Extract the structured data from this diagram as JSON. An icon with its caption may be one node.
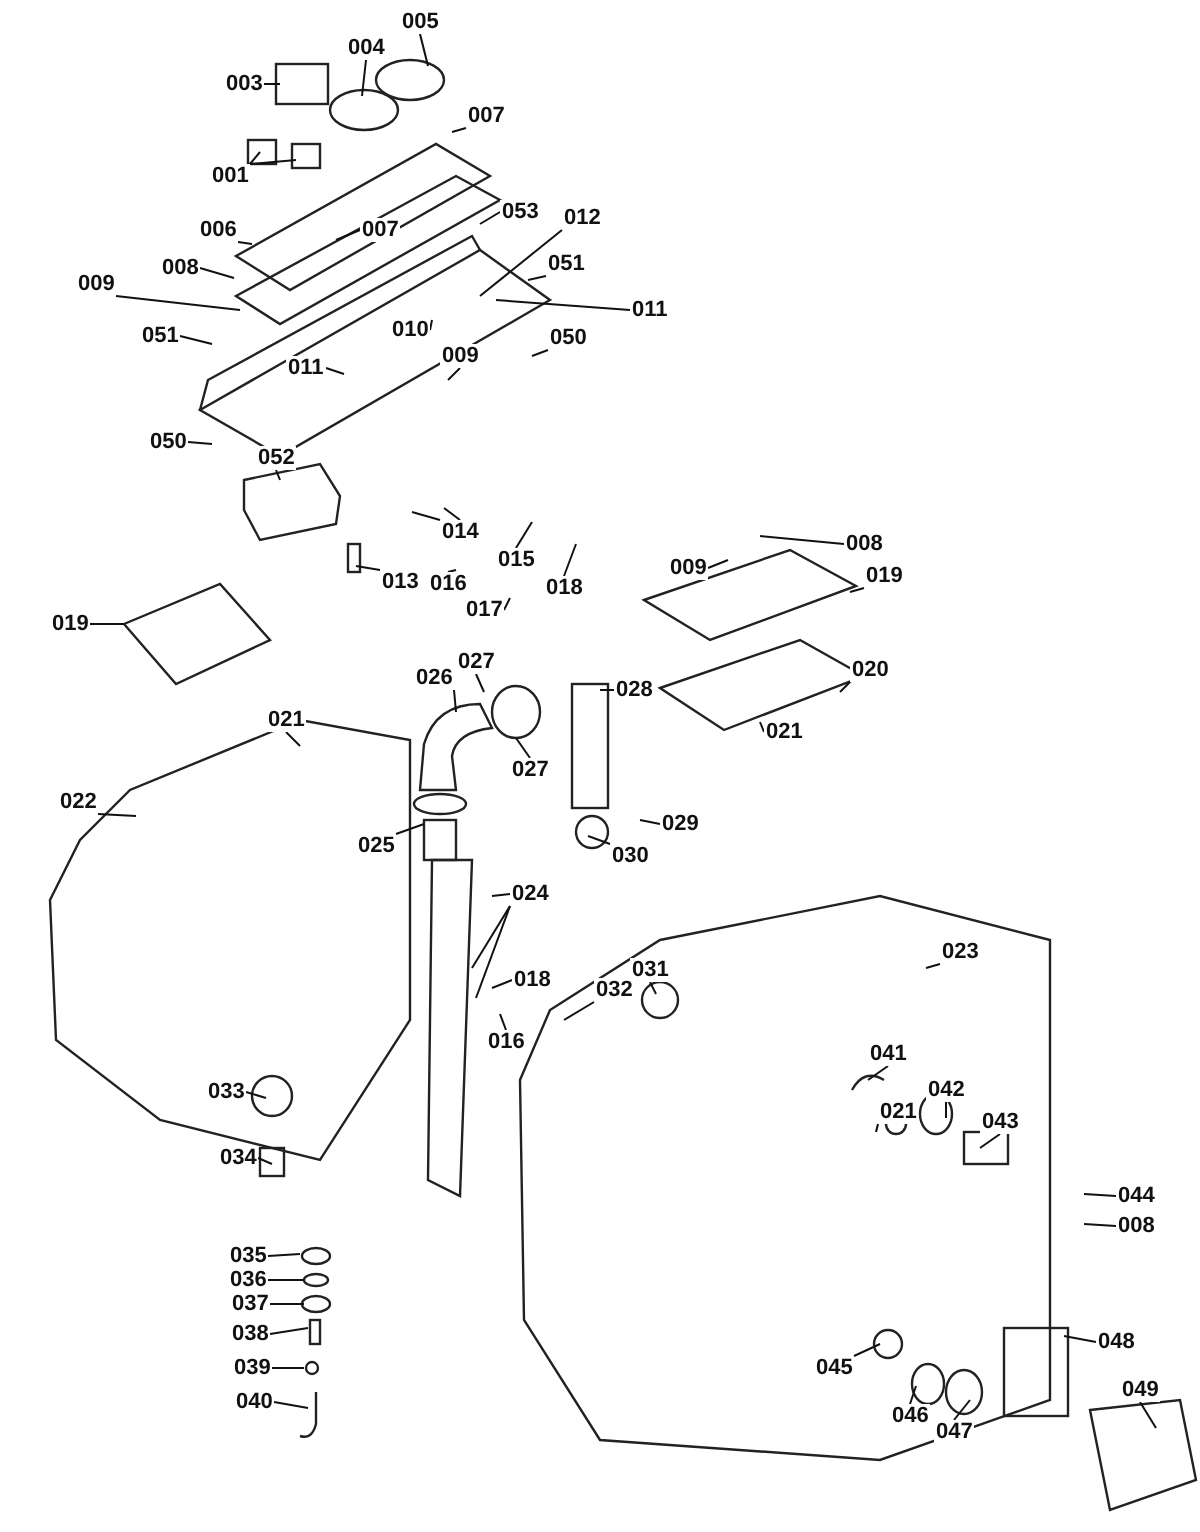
{
  "diagram": {
    "nodes": [
      {
        "text": [
          "005"
        ]
      },
      {
        "text": [
          "004"
        ]
      },
      {
        "text": [
          "003"
        ]
      },
      {
        "text": [
          "007"
        ]
      },
      {
        "text": [
          "001"
        ]
      },
      {
        "text": [
          "053"
        ]
      },
      {
        "text": [
          "012"
        ]
      },
      {
        "text": [
          "006"
        ]
      },
      {
        "text": [
          "007"
        ]
      },
      {
        "text": [
          "008"
        ]
      },
      {
        "text": [
          "051"
        ]
      },
      {
        "text": [
          "009"
        ]
      },
      {
        "text": [
          "011"
        ]
      },
      {
        "text": [
          "010"
        ]
      },
      {
        "text": [
          "050"
        ]
      },
      {
        "text": [
          "051"
        ]
      },
      {
        "text": [
          "009"
        ]
      },
      {
        "text": [
          "011"
        ]
      },
      {
        "text": [
          "050"
        ]
      },
      {
        "text": [
          "052"
        ]
      },
      {
        "text": [
          "014"
        ]
      },
      {
        "text": [
          "008"
        ]
      },
      {
        "text": [
          "015"
        ]
      },
      {
        "text": [
          "009"
        ]
      },
      {
        "text": [
          "013"
        ]
      },
      {
        "text": [
          "019"
        ]
      },
      {
        "text": [
          "016"
        ]
      },
      {
        "text": [
          "018"
        ]
      },
      {
        "text": [
          "017"
        ]
      },
      {
        "text": [
          "019"
        ]
      },
      {
        "text": [
          "027"
        ]
      },
      {
        "text": [
          "020"
        ]
      },
      {
        "text": [
          "026"
        ]
      },
      {
        "text": [
          "028"
        ]
      },
      {
        "text": [
          "021"
        ]
      },
      {
        "text": [
          "021"
        ]
      },
      {
        "text": [
          "027"
        ]
      },
      {
        "text": [
          "022"
        ]
      },
      {
        "text": [
          "029"
        ]
      },
      {
        "text": [
          "025"
        ]
      },
      {
        "text": [
          "030"
        ]
      },
      {
        "text": [
          "024"
        ]
      },
      {
        "text": [
          "023"
        ]
      },
      {
        "text": [
          "031"
        ]
      },
      {
        "text": [
          "032"
        ]
      },
      {
        "text": [
          "018"
        ]
      },
      {
        "text": [
          "016"
        ]
      },
      {
        "text": [
          "041"
        ]
      },
      {
        "text": [
          "042"
        ]
      },
      {
        "text": [
          "033"
        ]
      },
      {
        "text": [
          "021"
        ]
      },
      {
        "text": [
          "043"
        ]
      },
      {
        "text": [
          "034"
        ]
      },
      {
        "text": [
          "044"
        ]
      },
      {
        "text": [
          "008"
        ]
      },
      {
        "text": [
          "035"
        ]
      },
      {
        "text": [
          "036"
        ]
      },
      {
        "text": [
          "037"
        ]
      },
      {
        "text": [
          "038"
        ]
      },
      {
        "text": [
          "048"
        ]
      },
      {
        "text": [
          "045"
        ]
      },
      {
        "text": [
          "039"
        ]
      },
      {
        "text": [
          "049"
        ]
      },
      {
        "text": [
          "040"
        ]
      },
      {
        "text": [
          "046"
        ]
      },
      {
        "text": [
          "047"
        ]
      }
    ],
    "edges": [
      {
        "from": 0,
        "to": null,
        "arrow": "none"
      },
      {
        "from": 1,
        "to": null,
        "arrow": "none"
      },
      {
        "from": 2,
        "to": null,
        "arrow": "none"
      },
      {
        "from": 3,
        "to": null,
        "arrow": "none"
      },
      {
        "from": 4,
        "to": null,
        "arrow": "none"
      },
      {
        "from": 4,
        "to": null,
        "arrow": "none"
      },
      {
        "from": 5,
        "to": null,
        "arrow": "none"
      },
      {
        "from": 6,
        "to": null,
        "arrow": "none"
      },
      {
        "from": 7,
        "to": null,
        "arrow": "none"
      },
      {
        "from": 8,
        "to": null,
        "arrow": "none"
      },
      {
        "from": 9,
        "to": null,
        "arrow": "none"
      },
      {
        "from": 10,
        "to": null,
        "arrow": "none"
      },
      {
        "from": 11,
        "to": null,
        "arrow": "none"
      },
      {
        "from": 12,
        "to": null,
        "arrow": "none"
      },
      {
        "from": 13,
        "to": null,
        "arrow": "none"
      },
      {
        "from": 14,
        "to": null,
        "arrow": "none"
      },
      {
        "from": 15,
        "to": null,
        "arrow": "none"
      },
      {
        "from": 16,
        "to": null,
        "arrow": "none"
      },
      {
        "from": 17,
        "to": null,
        "arrow": "none"
      },
      {
        "from": 18,
        "to": null,
        "arrow": "none"
      },
      {
        "from": 19,
        "to": null,
        "arrow": "none"
      },
      {
        "from": 20,
        "to": null,
        "arrow": "none"
      },
      {
        "from": 20,
        "to": null,
        "arrow": "none"
      },
      {
        "from": 21,
        "to": null,
        "arrow": "none"
      },
      {
        "from": 22,
        "to": null,
        "arrow": "none"
      },
      {
        "from": 23,
        "to": null,
        "arrow": "none"
      },
      {
        "from": 24,
        "to": null,
        "arrow": "none"
      },
      {
        "from": 25,
        "to": null,
        "arrow": "none"
      },
      {
        "from": 26,
        "to": null,
        "arrow": "none"
      },
      {
        "from": 27,
        "to": null,
        "arrow": "none"
      },
      {
        "from": 28,
        "to": null,
        "arrow": "none"
      },
      {
        "from": 29,
        "to": null,
        "arrow": "none"
      },
      {
        "from": 30,
        "to": null,
        "arrow": "none"
      },
      {
        "from": 31,
        "to": null,
        "arrow": "none"
      },
      {
        "from": 32,
        "to": null,
        "arrow": "none"
      },
      {
        "from": 33,
        "to": null,
        "arrow": "none"
      },
      {
        "from": 34,
        "to": null,
        "arrow": "none"
      },
      {
        "from": 35,
        "to": null,
        "arrow": "none"
      },
      {
        "from": 36,
        "to": null,
        "arrow": "none"
      },
      {
        "from": 37,
        "to": null,
        "arrow": "none"
      },
      {
        "from": 38,
        "to": null,
        "arrow": "none"
      },
      {
        "from": 39,
        "to": null,
        "arrow": "none"
      },
      {
        "from": 40,
        "to": null,
        "arrow": "none"
      },
      {
        "from": 41,
        "to": null,
        "arrow": "none"
      },
      {
        "from": 41,
        "to": null,
        "arrow": "none"
      },
      {
        "from": 41,
        "to": null,
        "arrow": "none"
      },
      {
        "from": 42,
        "to": null,
        "arrow": "none"
      },
      {
        "from": 43,
        "to": null,
        "arrow": "none"
      },
      {
        "from": 44,
        "to": null,
        "arrow": "none"
      },
      {
        "from": 45,
        "to": null,
        "arrow": "none"
      },
      {
        "from": 46,
        "to": null,
        "arrow": "none"
      },
      {
        "from": 47,
        "to": null,
        "arrow": "none"
      },
      {
        "from": 48,
        "to": null,
        "arrow": "none"
      },
      {
        "from": 49,
        "to": null,
        "arrow": "none"
      },
      {
        "from": 50,
        "to": null,
        "arrow": "none"
      },
      {
        "from": 51,
        "to": null,
        "arrow": "none"
      },
      {
        "from": 52,
        "to": null,
        "arrow": "none"
      },
      {
        "from": 53,
        "to": null,
        "arrow": "none"
      },
      {
        "from": 54,
        "to": null,
        "arrow": "none"
      },
      {
        "from": 55,
        "to": null,
        "arrow": "none"
      },
      {
        "from": 56,
        "to": null,
        "arrow": "none"
      },
      {
        "from": 57,
        "to": null,
        "arrow": "none"
      },
      {
        "from": 58,
        "to": null,
        "arrow": "none"
      },
      {
        "from": 59,
        "to": null,
        "arrow": "none"
      },
      {
        "from": 60,
        "to": null,
        "arrow": "none"
      },
      {
        "from": 61,
        "to": null,
        "arrow": "none"
      },
      {
        "from": 62,
        "to": null,
        "arrow": "none"
      },
      {
        "from": 63,
        "to": null,
        "arrow": "none"
      },
      {
        "from": 64,
        "to": null,
        "arrow": "none"
      },
      {
        "from": 65,
        "to": null,
        "arrow": "none"
      }
    ]
  }
}
